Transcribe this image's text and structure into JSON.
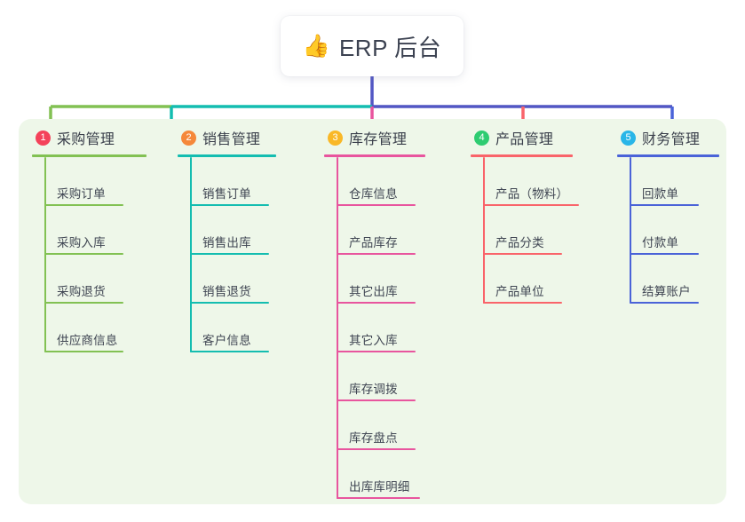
{
  "root": {
    "icon": "thumbs-up-icon",
    "emoji": "👍",
    "title": "ERP 后台"
  },
  "colors": {
    "panel_background": "#eef7e9",
    "page_background": "#ffffff",
    "title_text": "#3c4251",
    "trunk": "#5257c4",
    "column_accents": [
      "#82c153",
      "#14bdb0",
      "#e8559e",
      "#f9646a",
      "#4a63d8"
    ],
    "badge_colors": [
      "#f4425a",
      "#f5883a",
      "#f9b827",
      "#2ecc71",
      "#29b6e8"
    ]
  },
  "columns": [
    {
      "number": "1",
      "title": "采购管理",
      "accent": "#82c153",
      "badge_color": "#f4425a",
      "items": [
        "采购订单",
        "采购入库",
        "采购退货",
        "供应商信息"
      ]
    },
    {
      "number": "2",
      "title": "销售管理",
      "accent": "#14bdb0",
      "badge_color": "#f5883a",
      "items": [
        "销售订单",
        "销售出库",
        "销售退货",
        "客户信息"
      ]
    },
    {
      "number": "3",
      "title": "库存管理",
      "accent": "#e8559e",
      "badge_color": "#f9b827",
      "items": [
        "仓库信息",
        "产品库存",
        "其它出库",
        "其它入库",
        "库存调拨",
        "库存盘点",
        "出库库明细"
      ]
    },
    {
      "number": "4",
      "title": "产品管理",
      "accent": "#f9646a",
      "badge_color": "#2ecc71",
      "items": [
        "产品（物料）",
        "产品分类",
        "产品单位"
      ]
    },
    {
      "number": "5",
      "title": "财务管理",
      "accent": "#4a63d8",
      "badge_color": "#29b6e8",
      "items": [
        "回款单",
        "付款单",
        "结算账户"
      ]
    }
  ]
}
